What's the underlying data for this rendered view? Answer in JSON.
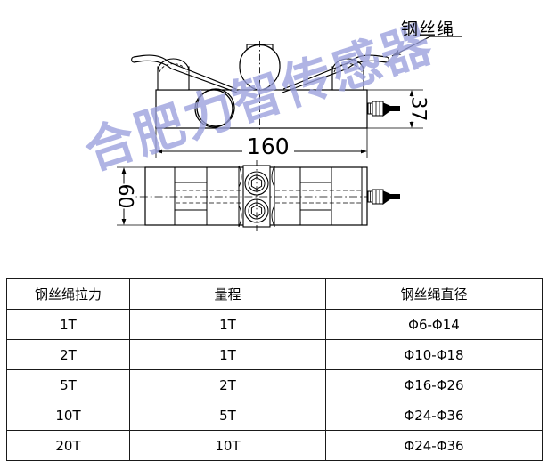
{
  "drawing": {
    "title_label": "钢丝绳",
    "watermark_text": "合肥力智传感器",
    "dimensions": {
      "length": "160",
      "height_front": "37",
      "height_side": "60"
    },
    "colors": {
      "line": "#000000",
      "watermark": "#9aa0dd",
      "background": "#ffffff"
    },
    "parts": {
      "wire_rope": "钢丝绳",
      "center_roller": "center-roller",
      "side_roller_left": "side-roller-left",
      "side_roller_right": "side-roller-right",
      "connector": "cable-connector",
      "bolt_top": "hex-bolt-top",
      "bolt_bottom": "hex-bolt-bottom",
      "bore_circle": "mounting-bore"
    }
  },
  "spec_table": {
    "headers": [
      "钢丝绳拉力",
      "量程",
      "钢丝绳直径"
    ],
    "rows": [
      {
        "tension": "1T",
        "range": "1T",
        "diameter": "Φ6-Φ14"
      },
      {
        "tension": "2T",
        "range": "1T",
        "diameter": "Φ10-Φ18"
      },
      {
        "tension": "5T",
        "range": "2T",
        "diameter": "Φ16-Φ26"
      },
      {
        "tension": "10T",
        "range": "5T",
        "diameter": "Φ24-Φ36"
      },
      {
        "tension": "20T",
        "range": "10T",
        "diameter": "Φ24-Φ36"
      }
    ]
  }
}
